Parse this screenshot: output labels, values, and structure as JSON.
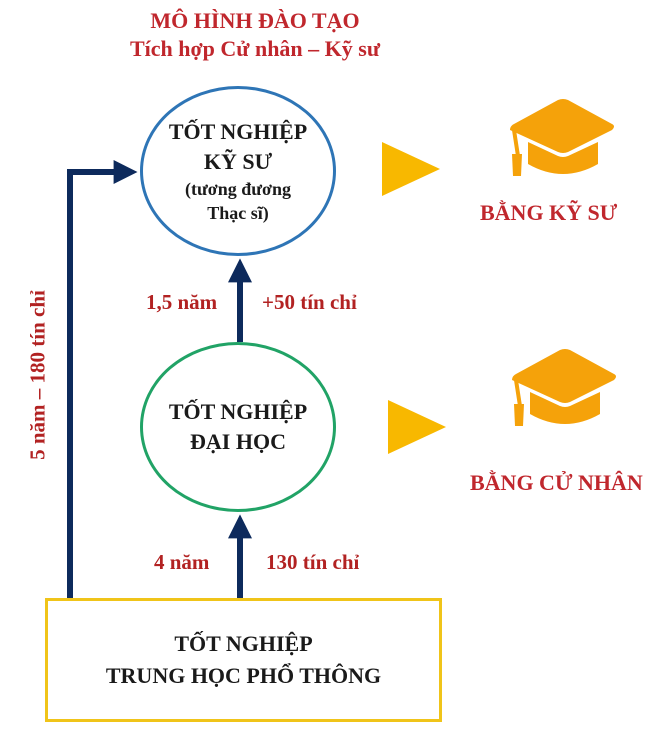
{
  "title": {
    "line1": "MÔ HÌNH ĐÀO TẠO",
    "line2": "Tích hợp Cử nhân – Kỹ sư"
  },
  "nodes": {
    "engineer": {
      "line1": "TỐT NGHIỆP",
      "line2": "KỸ SƯ",
      "line3": "(tương đương",
      "line4": "Thạc sĩ)"
    },
    "bachelor": {
      "line1": "TỐT NGHIỆP",
      "line2": "ĐẠI HỌC"
    },
    "highschool": {
      "line1": "TỐT NGHIỆP",
      "line2": "TRUNG HỌC PHỔ THÔNG"
    }
  },
  "edges": {
    "bachelor_to_engineer": {
      "duration": "1,5 năm",
      "credits": "+50 tín chỉ"
    },
    "highschool_to_bachelor": {
      "duration": "4 năm",
      "credits": "130 tín chỉ"
    },
    "highschool_to_engineer": {
      "label": "5 năm – 180 tín chỉ"
    }
  },
  "degrees": {
    "engineer": "BẰNG KỸ SƯ",
    "bachelor": "BẰNG CỬ NHÂN"
  },
  "icons": {
    "arrow": "play-triangle-icon",
    "cap": "graduation-cap-icon"
  },
  "colors": {
    "title_red": "#c0272d",
    "label_red": "#b22222",
    "engineer_circle": "#2e75b6",
    "bachelor_circle": "#21a366",
    "box_border": "#f0c419",
    "arrow_navy": "#0d2a5c",
    "cap_orange": "#f5a20a",
    "triangle_yellow": "#f8b800"
  }
}
